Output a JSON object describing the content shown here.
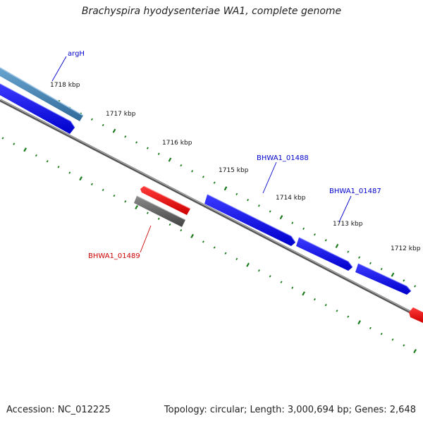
{
  "title": "Brachyspira hyodysenteriae WA1, complete genome",
  "footer": {
    "accession": "Accession: NC_012225",
    "topology": "Topology: circular; Length: 3,000,694 bp; Genes: 2,648"
  },
  "colors": {
    "forward_gene": "#0000ee",
    "reverse_gene": "#ee0000",
    "rna_gene": "#4a86b8",
    "pseudo_gene": "#666666",
    "backbone": "#777777",
    "tick": "#1a7a1a",
    "label_forward": "#0000cc",
    "label_reverse": "#cc0000"
  },
  "ticks": [
    {
      "label": "1718 kbp"
    },
    {
      "label": "1717 kbp"
    },
    {
      "label": "1716 kbp"
    },
    {
      "label": "1715 kbp"
    },
    {
      "label": "1714 kbp"
    },
    {
      "label": "1713 kbp"
    },
    {
      "label": "1712 kbp"
    }
  ],
  "genes": [
    {
      "name": "argH",
      "strand": "forward"
    },
    {
      "name": "BHWA1_01488",
      "strand": "forward"
    },
    {
      "name": "BHWA1_01487",
      "strand": "forward"
    },
    {
      "name": "BHWA1_01489",
      "strand": "reverse"
    }
  ]
}
